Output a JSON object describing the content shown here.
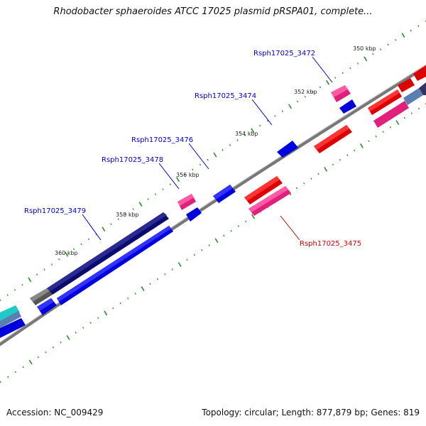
{
  "title": "Rhodobacter sphaeroides ATCC 17025 plasmid pRSPA01, complete...",
  "footer": {
    "accession": "Accession: NC_009429",
    "topology": "Topology: circular; Length: 877,879 bp; Genes: 819"
  },
  "colors": {
    "backbone": "#888888",
    "tick": "#2e8b2e",
    "label_forward": "#0000cc",
    "label_reverse": "#cc0000"
  },
  "scale_labels": [
    "350 kbp",
    "352 kbp",
    "354 kbp",
    "356 kbp",
    "358 kbp",
    "360 kbp"
  ],
  "gene_labels": [
    {
      "name": "Rsph17025_3472",
      "strand": "forward"
    },
    {
      "name": "Rsph17025_3474",
      "strand": "forward"
    },
    {
      "name": "Rsph17025_3476",
      "strand": "forward"
    },
    {
      "name": "Rsph17025_3478",
      "strand": "forward"
    },
    {
      "name": "Rsph17025_3479",
      "strand": "forward"
    },
    {
      "name": "Rsph17025_3475",
      "strand": "reverse"
    }
  ]
}
